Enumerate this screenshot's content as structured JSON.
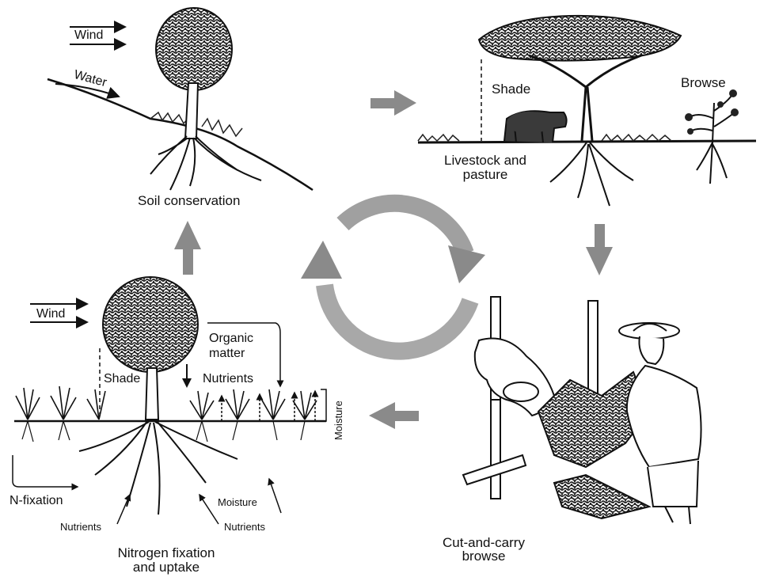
{
  "panels": {
    "soil": {
      "wind": "Wind",
      "water": "Water",
      "caption": "Soil conservation"
    },
    "livestock": {
      "shade": "Shade",
      "browse": "Browse",
      "caption_line1": "Livestock and",
      "caption_line2": "pasture"
    },
    "cutcarry": {
      "caption_line1": "Cut-and-carry",
      "caption_line2": "browse"
    },
    "nitrogen": {
      "wind": "Wind",
      "organic_line1": "Organic",
      "organic_line2": "matter",
      "shade": "Shade",
      "nutrients_top": "Nutrients",
      "moisture_vertical": "Moisture",
      "n_fixation": "N-fixation",
      "nutrients_left": "Nutrients",
      "moisture_right": "Moisture",
      "nutrients_right": "Nutrients",
      "caption_line1": "Nitrogen fixation",
      "caption_line2": "and uptake"
    }
  },
  "colors": {
    "arrow_gray": "#8a8a8a",
    "ink": "#1a1a1a",
    "foliage": "#2b2b2b"
  }
}
